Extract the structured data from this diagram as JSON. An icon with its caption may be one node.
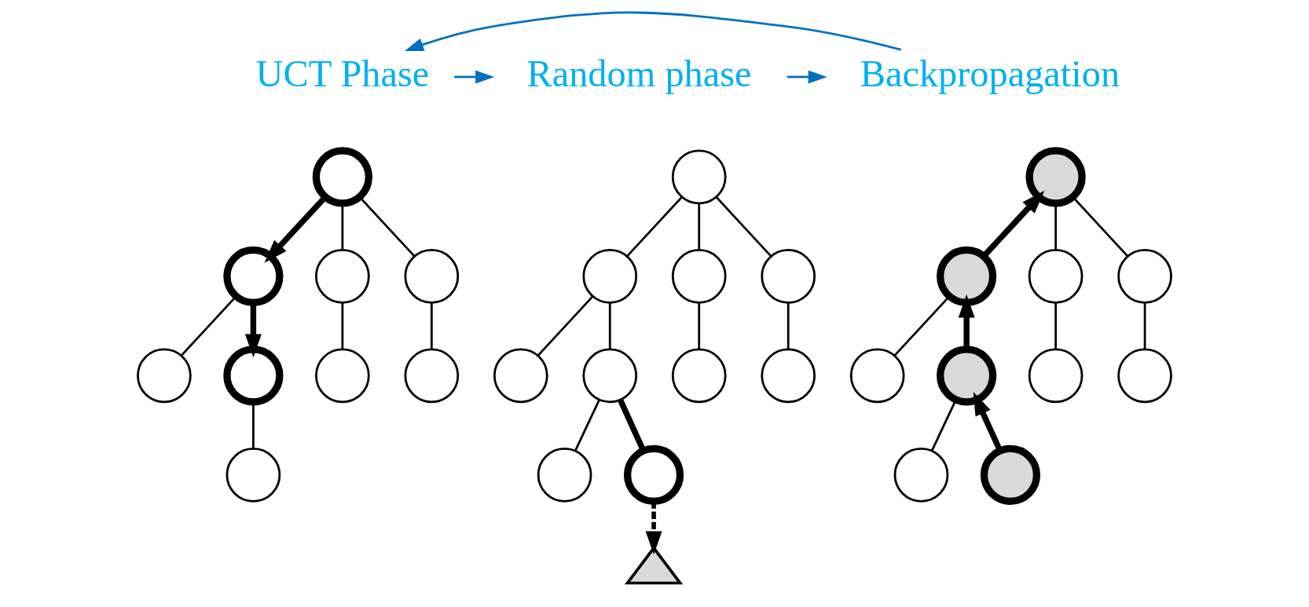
{
  "diagram": {
    "nodes": [
      {
        "text": [
          "UCT Phase"
        ]
      },
      {
        "text": [
          "Random phase"
        ]
      },
      {
        "text": [
          "Backpropagation"
        ]
      },
      {
        "text": [],
        "shape": "circle"
      },
      {
        "text": [],
        "shape": "circle"
      },
      {
        "text": [],
        "shape": "circle"
      },
      {
        "text": [],
        "shape": "circle"
      },
      {
        "text": [],
        "shape": "circle"
      },
      {
        "text": [],
        "shape": "circle"
      },
      {
        "text": [],
        "shape": "circle"
      },
      {
        "text": [],
        "shape": "circle"
      },
      {
        "text": [],
        "shape": "circle"
      },
      {
        "text": [],
        "shape": "circle"
      },
      {
        "text": [],
        "shape": "circle"
      },
      {
        "text": [],
        "shape": "circle"
      },
      {
        "text": [],
        "shape": "circle"
      },
      {
        "text": [],
        "shape": "circle"
      },
      {
        "text": [],
        "shape": "circle"
      },
      {
        "text": [],
        "shape": "circle"
      },
      {
        "text": [],
        "shape": "circle"
      },
      {
        "text": [],
        "shape": "circle"
      },
      {
        "text": [],
        "shape": "circle"
      },
      {
        "text": [],
        "shape": "triangle"
      },
      {
        "text": [],
        "shape": "circle"
      },
      {
        "text": [],
        "shape": "circle"
      },
      {
        "text": [],
        "shape": "circle"
      },
      {
        "text": [],
        "shape": "circle"
      },
      {
        "text": [],
        "shape": "circle"
      },
      {
        "text": [],
        "shape": "circle"
      },
      {
        "text": [],
        "shape": "circle"
      },
      {
        "text": [],
        "shape": "circle"
      },
      {
        "text": [],
        "shape": "circle"
      },
      {
        "text": [],
        "shape": "circle"
      }
    ],
    "edges": [
      {
        "from": 0,
        "to": 1,
        "arrow": "to",
        "color": "#0070c0"
      },
      {
        "from": 1,
        "to": 2,
        "arrow": "to",
        "color": "#0070c0"
      },
      {
        "from": 2,
        "to": 0,
        "arrow": "to",
        "color": "#0070c0"
      },
      {
        "from": 3,
        "to": 4,
        "arrow": "to",
        "style": "thick"
      },
      {
        "from": 3,
        "to": 5,
        "arrow": "none"
      },
      {
        "from": 3,
        "to": 6,
        "arrow": "none"
      },
      {
        "from": 4,
        "to": 7,
        "arrow": "none"
      },
      {
        "from": 4,
        "to": 8,
        "arrow": "to",
        "style": "thick"
      },
      {
        "from": 5,
        "to": 9,
        "arrow": "none"
      },
      {
        "from": 6,
        "to": 10,
        "arrow": "none"
      },
      {
        "from": 8,
        "to": 11,
        "arrow": "none"
      },
      {
        "from": 12,
        "to": 13,
        "arrow": "none"
      },
      {
        "from": 12,
        "to": 14,
        "arrow": "none"
      },
      {
        "from": 12,
        "to": 15,
        "arrow": "none"
      },
      {
        "from": 13,
        "to": 16,
        "arrow": "none"
      },
      {
        "from": 13,
        "to": 17,
        "arrow": "none"
      },
      {
        "from": 14,
        "to": 18,
        "arrow": "none"
      },
      {
        "from": 15,
        "to": 19,
        "arrow": "none"
      },
      {
        "from": 17,
        "to": 20,
        "arrow": "none"
      },
      {
        "from": 17,
        "to": 21,
        "arrow": "none",
        "style": "thick"
      },
      {
        "from": 21,
        "to": 22,
        "arrow": "to",
        "style": "dashed"
      },
      {
        "from": 24,
        "to": 23,
        "arrow": "to",
        "style": "thick"
      },
      {
        "from": 23,
        "to": 25,
        "arrow": "none"
      },
      {
        "from": 23,
        "to": 26,
        "arrow": "none"
      },
      {
        "from": 24,
        "to": 27,
        "arrow": "none"
      },
      {
        "from": 28,
        "to": 24,
        "arrow": "to",
        "style": "thick"
      },
      {
        "from": 25,
        "to": 29,
        "arrow": "none"
      },
      {
        "from": 26,
        "to": 30,
        "arrow": "none"
      },
      {
        "from": 28,
        "to": 31,
        "arrow": "none"
      },
      {
        "from": 32,
        "to": 28,
        "arrow": "to",
        "style": "thick"
      }
    ]
  }
}
